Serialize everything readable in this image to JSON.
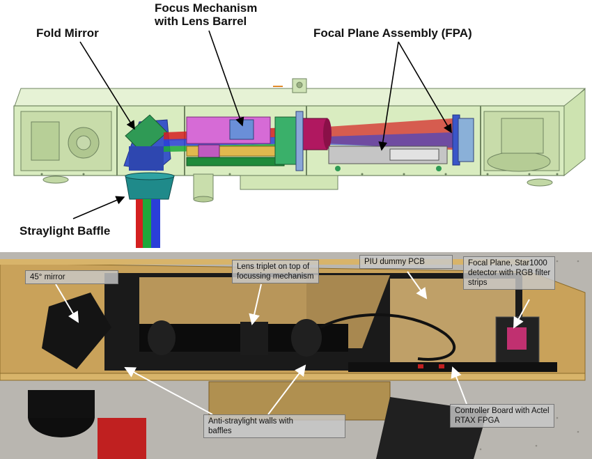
{
  "top_panel": {
    "labels": {
      "fold_mirror": "Fold Mirror",
      "focus_mechanism": "Focus Mechanism\nwith Lens Barrel",
      "fpa": "Focal Plane Assembly (FPA)",
      "straylight_baffle": "Straylight Baffle"
    },
    "colors": {
      "housing": "#d9ecc0",
      "housing_edge": "#6f8460",
      "fold_mirror": "#3a56c8",
      "lens_barrel": "#d66bd6",
      "baffle": "#1f8a8a",
      "red_beam": "#d42020",
      "blue_beam": "#2a3fd8",
      "green_beam": "#1fa83a"
    }
  },
  "bottom_panel": {
    "labels": {
      "mirror_45": "45° mirror",
      "lens_triplet": "Lens triplet on top of\nfocussing mechanism",
      "piu_dummy": "PIU dummy PCB",
      "focal_plane": "Focal Plane, Star1000\ndetector with RGB filter\nstrips",
      "anti_straylight": "Anti-straylight walls with\nbaffles",
      "controller": "Controller Board with Actel\nRTAX FPGA"
    },
    "colors": {
      "panel_grey": "#b9b6b0",
      "gold": "#c9a25a",
      "dark": "#151515"
    }
  }
}
